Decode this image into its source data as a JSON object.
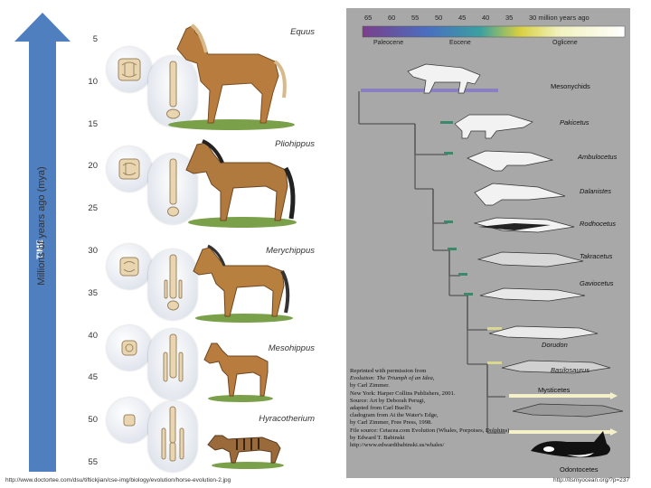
{
  "horse_panel": {
    "arrow_label": "TIME",
    "axis_title": "Millions of years ago (mya)",
    "ticks": [
      "5",
      "10",
      "15",
      "20",
      "25",
      "30",
      "35",
      "40",
      "45",
      "50",
      "55"
    ],
    "genera": [
      "Equus",
      "Pliohippus",
      "Merychippus",
      "Mesohippus",
      "Hyracotherium"
    ],
    "colors": {
      "arrow": "#4f7fbf",
      "horse": "#b87c3e",
      "grass": "#7aa04a"
    },
    "source_caption": "http://www.doctortee.com/dsu/tiftickjian/cse-img/biology/evolution/horse-evolution-2.jpg"
  },
  "whale_panel": {
    "time_numbers": [
      "65",
      "60",
      "55",
      "50",
      "45",
      "40",
      "35"
    ],
    "time_unit": "30 million years ago",
    "epochs": [
      "Paleocene",
      "Eocene",
      "Oglicene"
    ],
    "taxa": [
      "Mesonychids",
      "Pakicetus",
      "Ambulocetus",
      "Dalanistes",
      "Rodhocetus",
      "Takracetus",
      "Gaviocetus",
      "Dorudon",
      "Basilosaurus",
      "Mysticetes",
      "Odontocetes"
    ],
    "credit_lines": [
      "Reprinted with permission from",
      "Evolution: The Triumph of an Idea,",
      "by Carl Zimmer.",
      "New York: Harper Collins Publishers, 2001.",
      "Source: Art by Deborah Perugi,",
      "adapted from Carl Buell's",
      "cladogram from At the Water's Edge,",
      "by Carl Zimmer, Free Press, 1998.",
      "File source: Cetacea.com Evolution (Whales, Porpoises, Dolphins)",
      "by Edward T. Babinski",
      "http://www.edwardtbabinski.us/whales/"
    ],
    "colors": {
      "panel": "#a8a8a8",
      "branch": "#555555"
    },
    "source_caption": "http://itsmyocean.org/?p=237"
  }
}
